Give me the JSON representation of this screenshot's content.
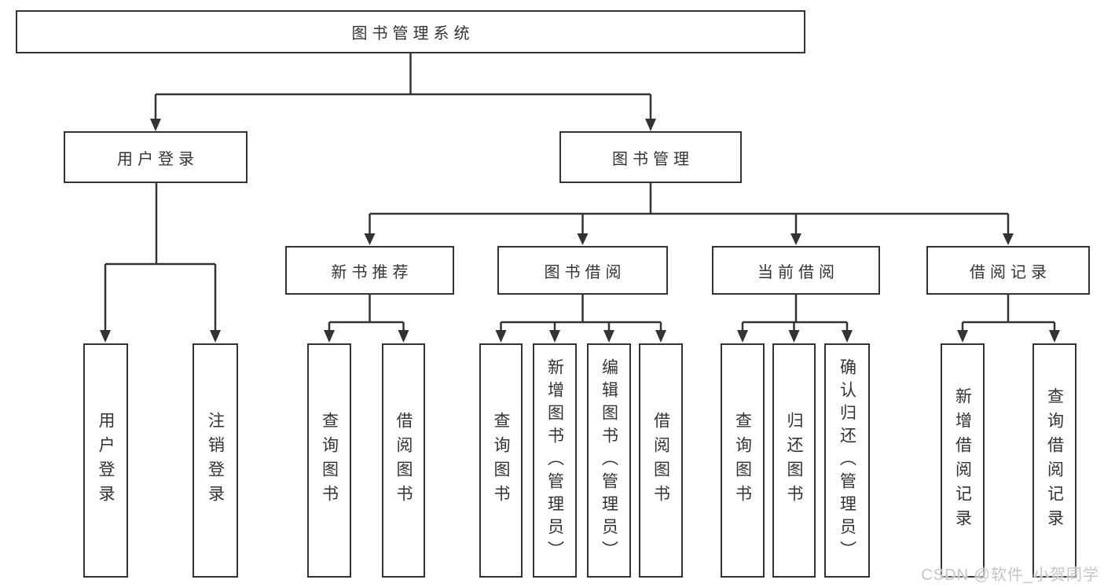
{
  "nodes": {
    "root": "图书管理系统",
    "user_login": "用户登录",
    "book_mgmt": "图书管理",
    "new_book_rec": "新书推荐",
    "book_borrow": "图书借阅",
    "current_borrow": "当前借阅",
    "borrow_records": "借阅记录",
    "leaf_user_login": "用户登录",
    "leaf_logout": "注销登录",
    "leaf_query_book_1": "查询图书",
    "leaf_borrow_book_1": "借阅图书",
    "leaf_query_book_2": "查询图书",
    "leaf_add_book": "新增图书（管理员）",
    "leaf_edit_book": "编辑图书（管理员）",
    "leaf_borrow_book_2": "借阅图书",
    "leaf_query_book_3": "查询图书",
    "leaf_return_book": "归还图书",
    "leaf_confirm_return": "确认归还（管理员）",
    "leaf_add_record": "新增借阅记录",
    "leaf_query_record": "查询借阅记录"
  },
  "hierarchy": {
    "root": [
      "user_login",
      "book_mgmt"
    ],
    "user_login": [
      "leaf_user_login",
      "leaf_logout"
    ],
    "book_mgmt": [
      "new_book_rec",
      "book_borrow",
      "current_borrow",
      "borrow_records"
    ],
    "new_book_rec": [
      "leaf_query_book_1",
      "leaf_borrow_book_1"
    ],
    "book_borrow": [
      "leaf_query_book_2",
      "leaf_add_book",
      "leaf_edit_book",
      "leaf_borrow_book_2"
    ],
    "current_borrow": [
      "leaf_query_book_3",
      "leaf_return_book",
      "leaf_confirm_return"
    ],
    "borrow_records": [
      "leaf_add_record",
      "leaf_query_record"
    ]
  },
  "watermark": {
    "text": "CSDN @软件_小贺同学"
  },
  "colors": {
    "line": "#333333",
    "box_border": "#333333",
    "box_fill": "#ffffff",
    "text": "#333333",
    "watermark": "#c5c5c5",
    "background": "#ffffff"
  }
}
